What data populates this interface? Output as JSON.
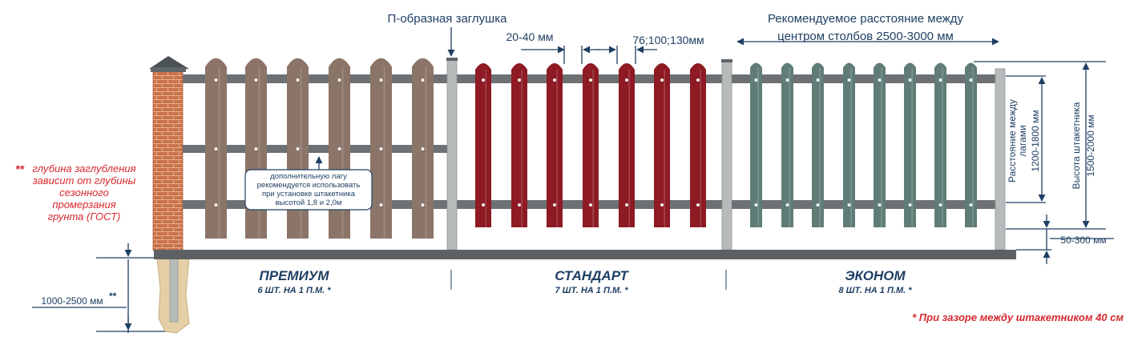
{
  "labels": {
    "u_cap": "П-образная заглушка",
    "gap_top": "20-40 мм",
    "width_top": "76;100;130мм",
    "post_dist_1": "Рекомендуемое расстояние между",
    "post_dist_2": "центром столбов 2500-3000 мм",
    "depth_note_stars": "**",
    "depth_note_1": "глубина заглубления",
    "depth_note_2": "зависит от глубины",
    "depth_note_3": "сезонного",
    "depth_note_4": "промерзания",
    "depth_note_5": "грунта (ГОСТ)",
    "extra_rail_1": "дополнительную лагу",
    "extra_rail_2": "рекомендуется использовать",
    "extra_rail_3": "при установке штакетника",
    "extra_rail_4": "высотой 1,8 и 2,0м",
    "rail_dist_1": "Расстояние между",
    "rail_dist_2": "лагами",
    "rail_dist_val": "1200-1800 мм",
    "height_1": "Высота штакетника",
    "height_val": "1500-2000 мм",
    "ground_gap": "50-300 мм",
    "depth_val": "1000-2500 мм",
    "depth_val_stars": "**",
    "footnote": "* При зазоре между штакетником 40 см"
  },
  "sections": [
    {
      "name": "ПРЕМИУМ",
      "count": "6 ШТ. НА 1 П.М. *"
    },
    {
      "name": "СТАНДАРТ",
      "count": "7 ШТ. НА 1 П.М. *"
    },
    {
      "name": "ЭКОНОМ",
      "count": "8 ШТ. НА 1 П.М. *"
    }
  ],
  "colors": {
    "premium": "#8b7468",
    "standard": "#8e1a23",
    "economy": "#5f7d76",
    "post": "#b7bbbc",
    "rail": "#6d7173",
    "brick": "#c9724a",
    "text": "#1f3f63",
    "accent": "#d6282e"
  }
}
